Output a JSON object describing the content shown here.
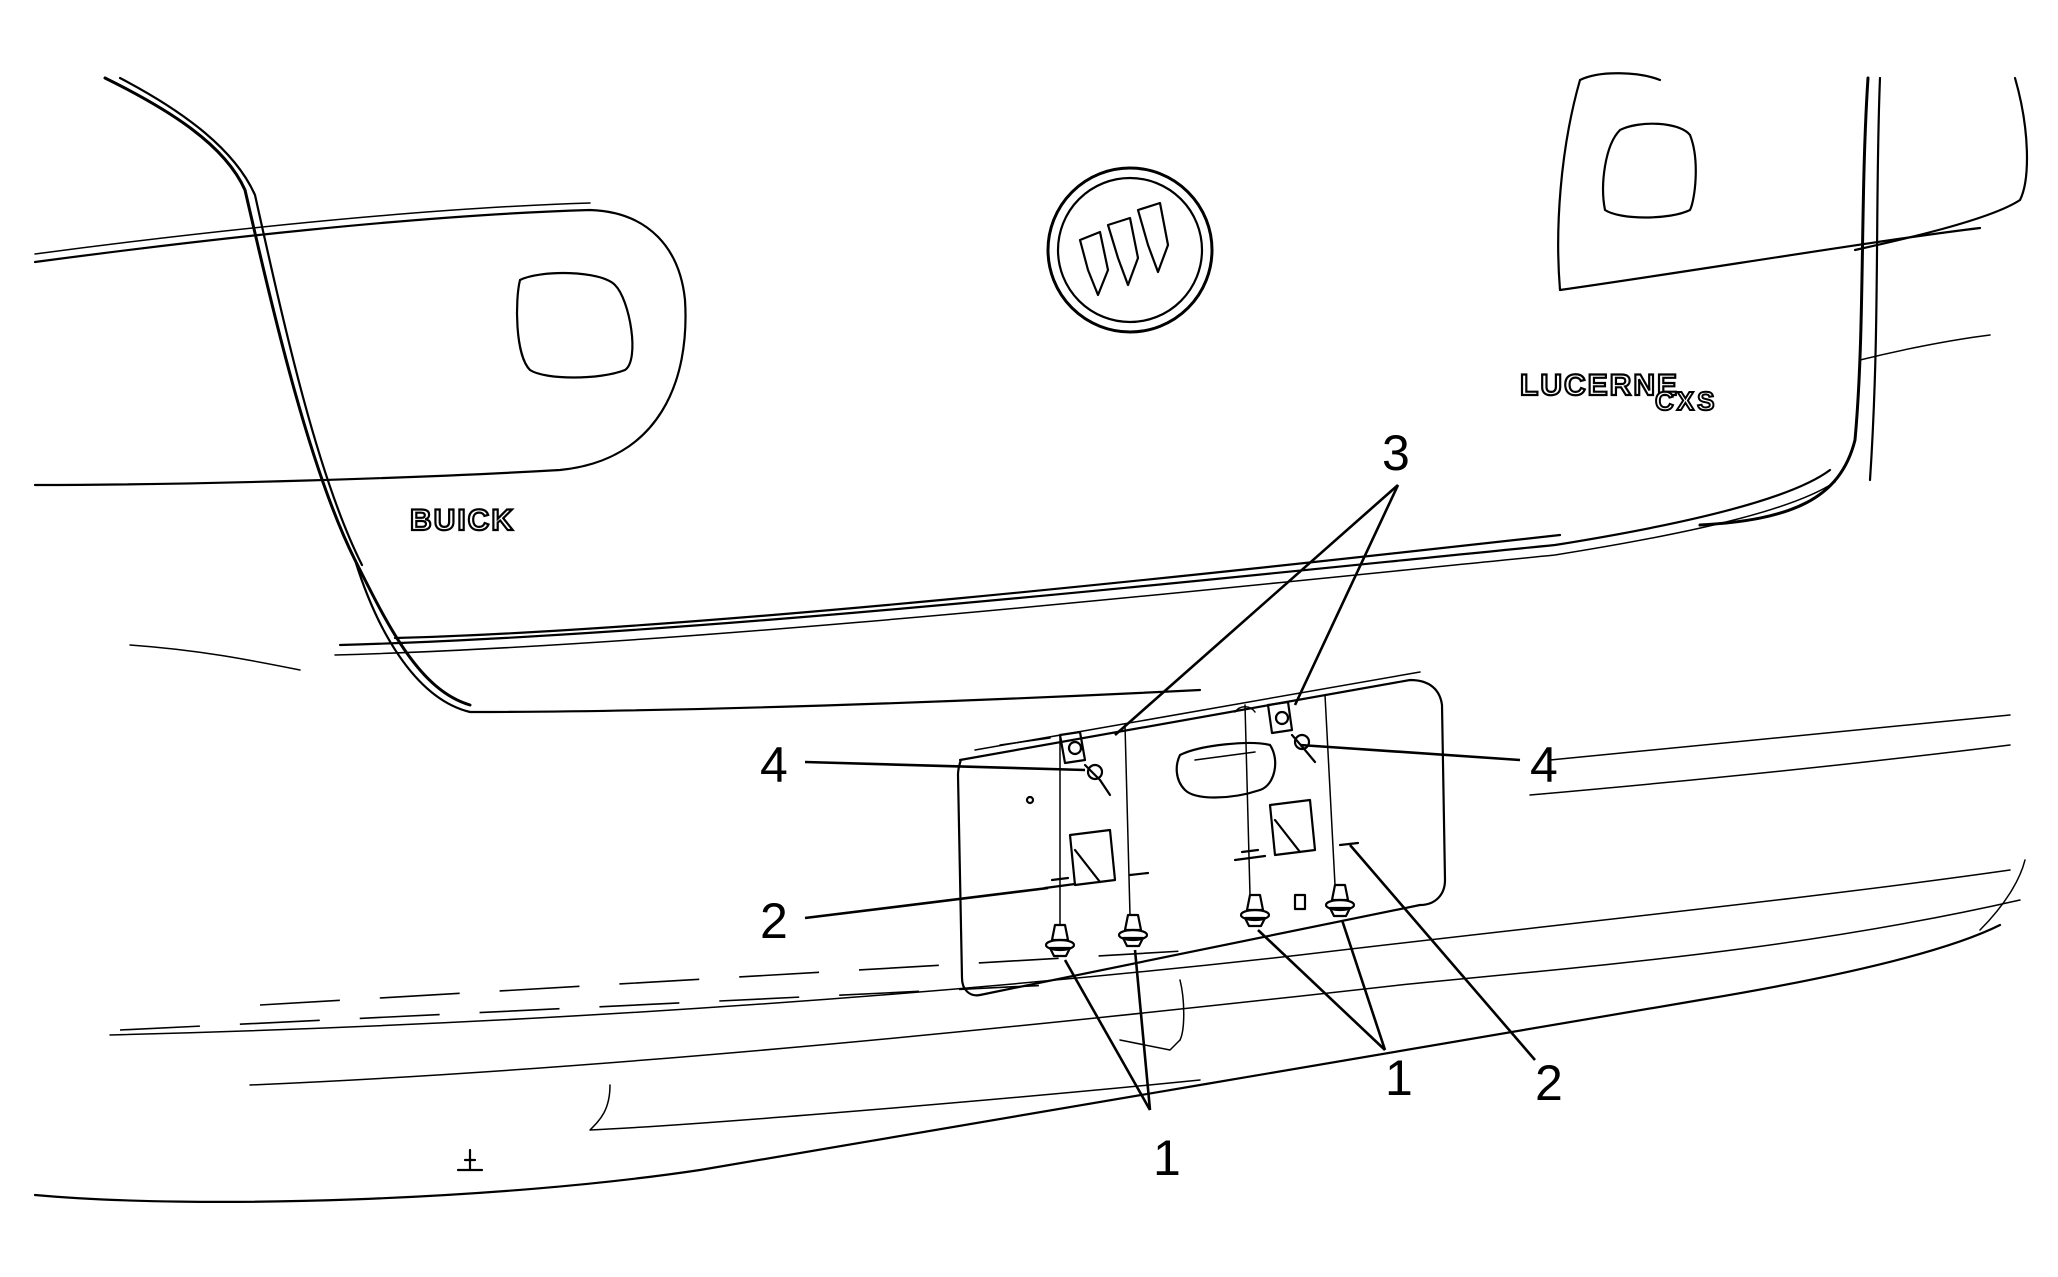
{
  "badges": {
    "left_emblem": "BUICK",
    "model": "LUCERNE",
    "trim": "CXS"
  },
  "callouts": {
    "fastener_left": "1",
    "fastener_right": "1",
    "nut_left": "2",
    "nut_right": "2",
    "clip_upper": "3",
    "bolt_left": "4",
    "bolt_right": "4"
  }
}
